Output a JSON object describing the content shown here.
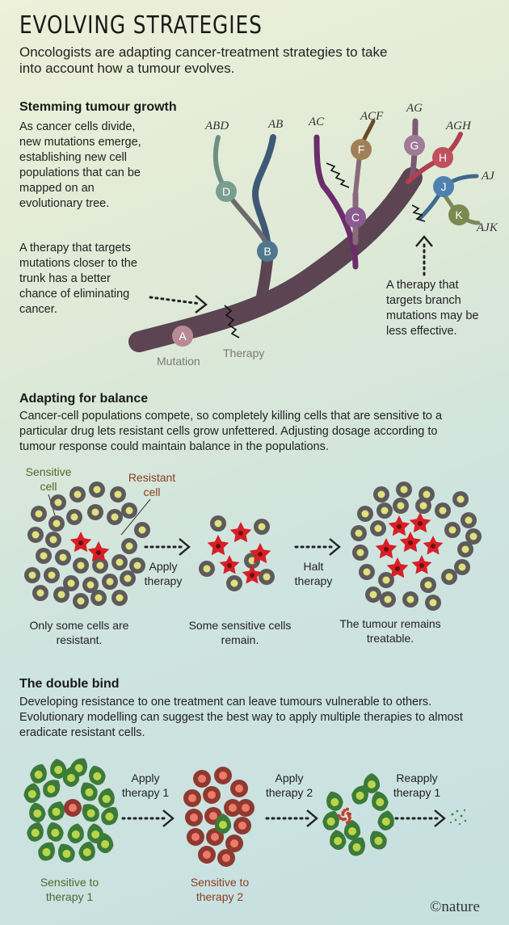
{
  "title": "EVOLVING STRATEGIES",
  "subtitle": "Oncologists are adapting cancer-treatment strategies to take into account how a tumour evolves.",
  "section1": {
    "heading": "Stemming tumour growth",
    "intro": "As cancer cells divide, new mutations emerge, establishing new cell populations that can be mapped on an evolutionary tree.",
    "trunk_note": "A therapy that targets mutations closer to the trunk has a better chance of eliminating cancer.",
    "branch_note": "A therapy that targets branch mutations may be less effective.",
    "mutation_label": "Mutation",
    "therapy_label": "Therapy",
    "nodes": [
      "A",
      "B",
      "C",
      "D",
      "F",
      "G",
      "H",
      "J",
      "K"
    ],
    "leaves": [
      "ABD",
      "AB",
      "AC",
      "ACF",
      "AG",
      "AGH",
      "AJ",
      "AJK"
    ]
  },
  "section2": {
    "heading": "Adapting for balance",
    "body": "Cancer-cell populations compete, so completely killing cells that are sensitive to a particular drug lets resistant cells grow unfettered. Adjusting dosage according to tumour response could maintain balance in the populations.",
    "sensitive_label": "Sensitive cell",
    "resistant_label": "Resistant cell",
    "arrow1": "Apply therapy",
    "arrow2": "Halt therapy",
    "caption1": "Only some cells are resistant.",
    "caption2": "Some sensitive cells remain.",
    "caption3": "The tumour remains treatable."
  },
  "section3": {
    "heading": "The double bind",
    "body": "Developing resistance to one treatment can leave tumours vulnerable to others. Evolutionary modelling can suggest the best way to apply multiple therapies to almost eradicate resistant cells.",
    "arrow1": "Apply therapy 1",
    "arrow2": "Apply therapy 2",
    "arrow3": "Reapply therapy 1",
    "caption1": "Sensitive to therapy 1",
    "caption2": "Sensitive to therapy 2"
  },
  "credit": "©nature",
  "colors": {
    "trunk": "#5c4452",
    "gray_cell": "#5e5a5c",
    "yellow_nucleus": "#dde27a",
    "red_cell": "#d81f26",
    "green_cell": "#3c7a3a",
    "red_dot_cell": "#8e3a30"
  }
}
